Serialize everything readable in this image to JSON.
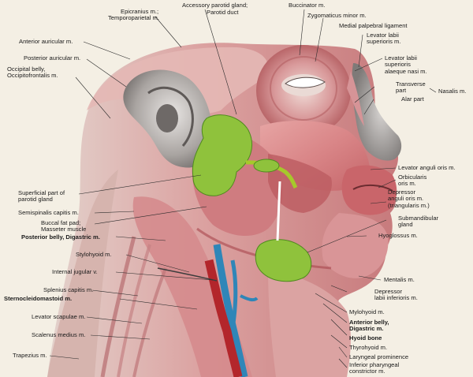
{
  "figure": {
    "subject": "Lateral view of head and neck with superficial muscles, parotid and submandibular glands",
    "colors": {
      "paper": "#f4efe4",
      "skin_shadow": "#c9a9a0",
      "muscle": "#d9868a",
      "muscle_dark": "#b8545c",
      "gland": "#8fc23c",
      "gland_dark": "#4f8a1e",
      "artery": "#b3262b",
      "vein": "#2f86b8",
      "ear": "#b5b0ad",
      "nose": "#9b9795"
    }
  },
  "labels": {
    "epicranius": "Epicranius m.;",
    "temporoparietal": "Temporoparietal m.",
    "accessory_parotid": "Accessory parotid gland;",
    "parotid_duct": "Parotid duct",
    "buccinator": "Buccinator m.",
    "zygomaticus_minor": "Zygomaticus minor m.",
    "medial_palpebral": "Medial palpebral ligament",
    "levator_labii_sup": "Levator labii\nsuperioris m.",
    "anterior_auricular": "Anterior auricular m.",
    "posterior_auricular": "Posterior auricular m.",
    "occipital_belly": "Occipital belly,\nOccipitofrontalis m.",
    "levator_alaeque": "Levator labii\nsuperioris\nalaeque nasi m.",
    "transverse_part": "Transverse\npart",
    "alar_part": "Alar part",
    "nasalis": "Nasalis m.",
    "levator_anguli": "Levator anguli oris m.",
    "orbicularis": "Orbicularis\noris m.",
    "depressor_anguli": "Depressor\nanguli oris m.\n(triangularis m.)",
    "superficial_parotid": "Superficial part of\nparotid gland",
    "semispinalis": "Semispinalis capitis m.",
    "buccal_fat": "Buccal fat pad;\nMasseter muscle",
    "posterior_belly": "Posterior belly, Digastric m.",
    "submandibular": "Submandibular\ngland",
    "hyoglossus": "Hyoglossus m.",
    "stylohyoid": "Stylohyoid m.",
    "internal_jugular": "Internal jugular v.",
    "mentalis": "Mentalis m.",
    "splenius": "Splenius capitis m.",
    "sternocleidomastoid": "Sternocleidomastoid m.",
    "depressor_labii": "Depressor\nlabii inferioris m.",
    "levator_scapulae": "Levator scapulae m.",
    "mylohyoid": "Mylohyoid m.",
    "anterior_belly": "Anterior belly,\nDigastric m.",
    "hyoid": "Hyoid bone",
    "scalenus": "Scalenus medius m.",
    "thyrohyoid": "Thyrohyoid m.",
    "laryngeal": "Laryngeal prominence",
    "trapezius": "Trapezius m.",
    "inferior_pharyngeal": "Inferior pharyngeal\nconstrictor m."
  }
}
